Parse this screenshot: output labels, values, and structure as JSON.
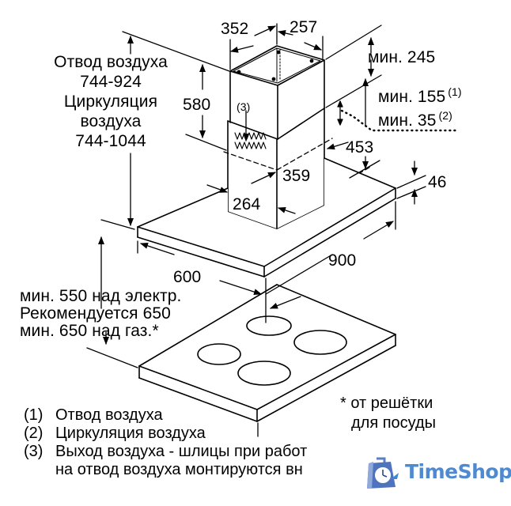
{
  "diagram": {
    "type": "island range hood installation dimensions",
    "stroke_color": "#000000",
    "dimensions": {
      "chimney_width": "352",
      "chimney_depth": "257",
      "chimney_height": "580",
      "lower_chimney_width": "264",
      "lower_chimney_depth": "359",
      "canopy_offset": "453",
      "canopy_thickness": "46",
      "hood_depth": "600",
      "hood_width": "900"
    },
    "left_label": {
      "line1": "Отвод воздуха",
      "line2": "744-924",
      "line3": "Циркуляция",
      "line4": "воздуха",
      "line5": "744-1044"
    },
    "right_labels": {
      "min_245": "мин. 245",
      "min_155": "мин. 155",
      "min_155_ref": "(1)",
      "min_35": "мин. 35",
      "min_35_ref": "(2)"
    },
    "vent_callout": "(3)",
    "height_notes": {
      "line1": "мин. 550 над электр.",
      "line2": "Рекомендуется 650",
      "line3": "мин. 650 над газ.*"
    },
    "footnote": {
      "line1": "* от решётки",
      "line2": "для посуды"
    },
    "legend": [
      {
        "num": "(1)",
        "text": "Отвод воздуха"
      },
      {
        "num": "(2)",
        "text": "Циркуляция воздуха"
      },
      {
        "num": "(3)",
        "text": "Выход воздуха - шлицы при работ"
      },
      {
        "num": "",
        "text": "на отвод воздуха монтируются вн"
      }
    ]
  },
  "watermark": {
    "text": "TimeShop",
    "color": "#4f8ad1",
    "icon": "shopping-bag-clock-icon"
  }
}
